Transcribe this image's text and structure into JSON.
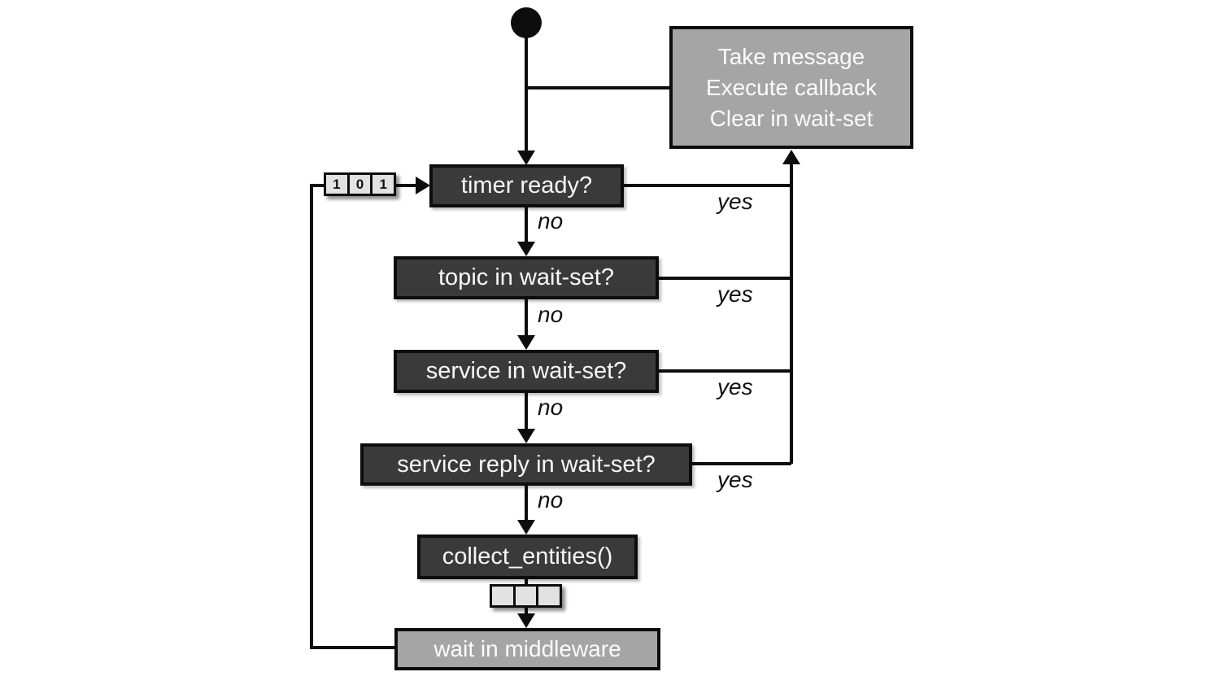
{
  "diagram": {
    "title_semantic": "executor wait-set flowchart",
    "colors": {
      "line": "#0d0d0d",
      "decision_fill": "#3a3a3a",
      "action_fill": "#a5a5a5",
      "cell_fill": "#e2e2e2",
      "text_light": "#f7f7f7",
      "label_color": "#111111",
      "bg": "#ffffff"
    },
    "nodes": {
      "take_message": {
        "lines": [
          "Take message",
          "Execute callback",
          "Clear in wait-set"
        ]
      },
      "timer_ready": {
        "label": "timer ready?"
      },
      "topic_wait_set": {
        "label": "topic in wait-set?"
      },
      "service_wait_set": {
        "label": "service in wait-set?"
      },
      "service_reply_wait_set": {
        "label": "service reply in wait-set?"
      },
      "collect_entities": {
        "label": "collect_entities()"
      },
      "wait_in_middleware": {
        "label": "wait in middleware"
      }
    },
    "edge_labels": {
      "yes": [
        "yes",
        "yes",
        "yes",
        "yes"
      ],
      "no": [
        "no",
        "no",
        "no",
        "no"
      ]
    },
    "wait_set_cells": [
      "1",
      "0",
      "1"
    ],
    "result_cells": [
      "",
      "",
      ""
    ]
  }
}
